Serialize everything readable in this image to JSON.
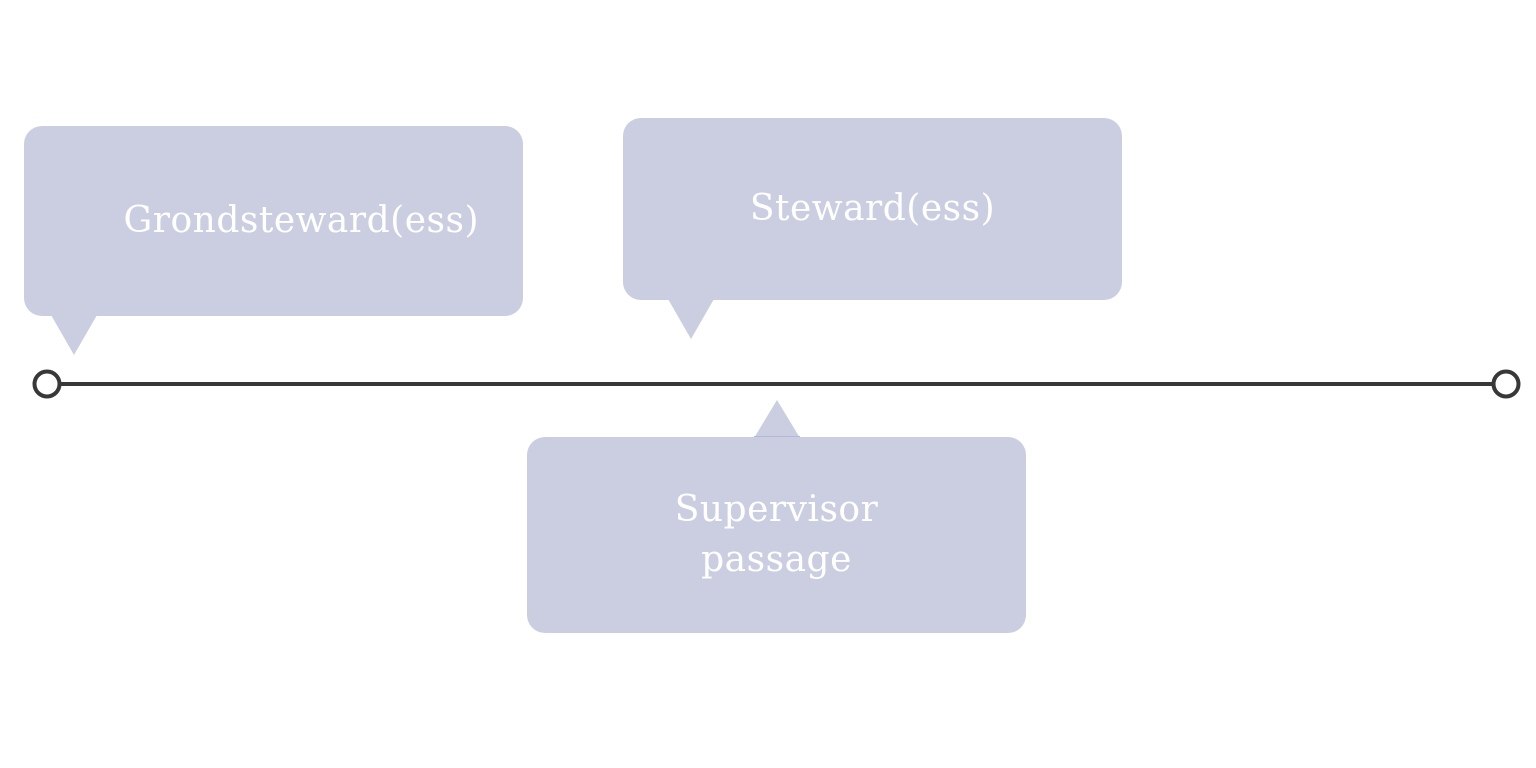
{
  "colors": {
    "bubble": "#cbcee1",
    "line": "#383838",
    "text": "#ffffff"
  },
  "events": [
    {
      "label": "Grondsteward(ess)",
      "position": "above"
    },
    {
      "label": "Steward(ess)",
      "position": "above"
    },
    {
      "label": "Supervisor passage",
      "position": "below"
    }
  ]
}
